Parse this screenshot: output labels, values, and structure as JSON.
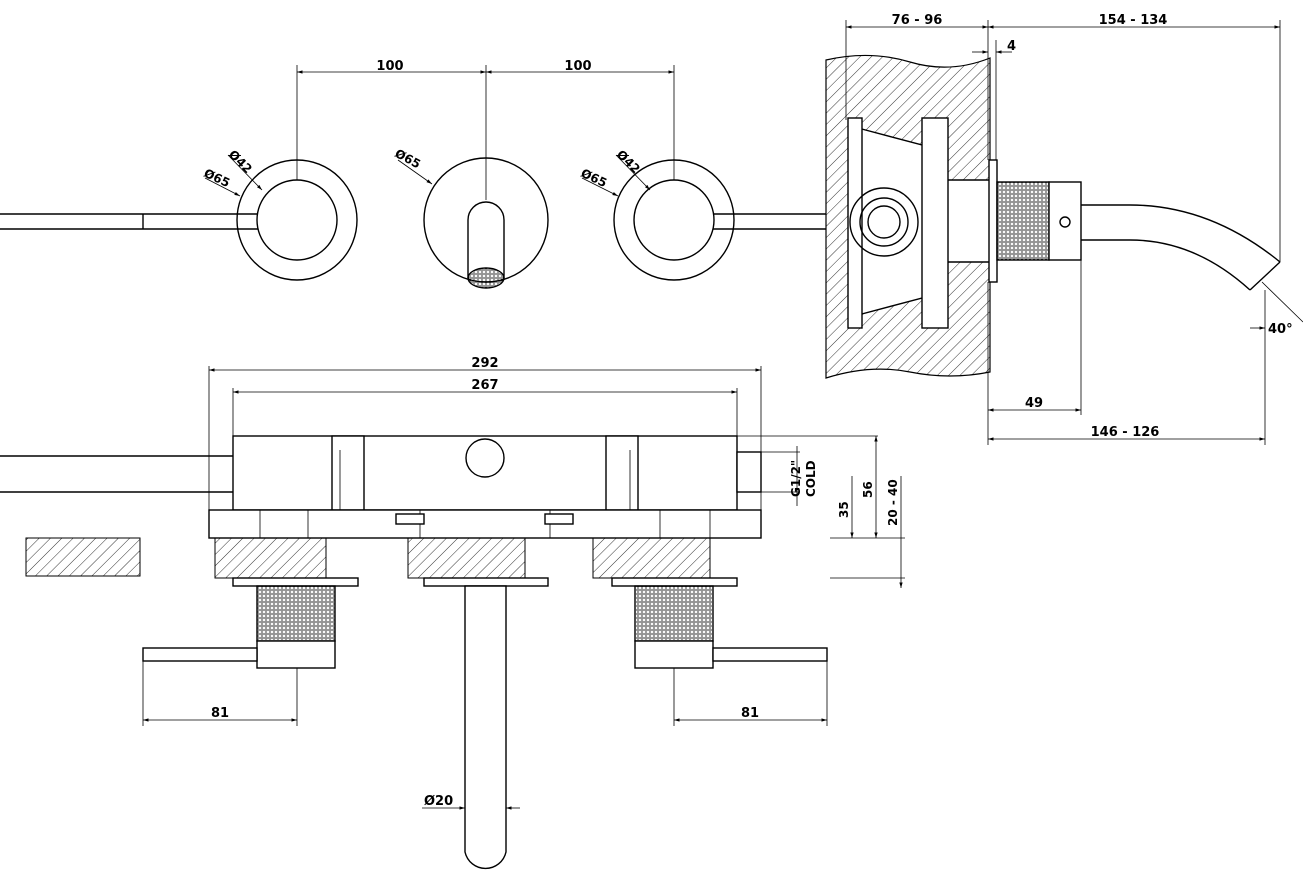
{
  "front_view": {
    "spacing_left": "100",
    "spacing_right": "100",
    "left_handle_inner": "Ø42",
    "left_handle_outer": "Ø65",
    "spout_plate": "Ø65",
    "right_handle_inner": "Ø42",
    "right_handle_outer": "Ø65"
  },
  "side_view": {
    "wall_depth": "76 - 96",
    "projection": "154 - 134",
    "plate_gap": "4",
    "knob_depth": "49",
    "spout_reach": "146 - 126",
    "spout_angle": "40°"
  },
  "top_view": {
    "total_width": "292",
    "body_width": "267",
    "connection": "G1/2\"",
    "connection_side": "COLD",
    "depth_a": "35",
    "depth_b": "56",
    "depth_c": "20 - 40",
    "lever_left": "81",
    "lever_right": "81",
    "spout_diameter": "Ø20"
  }
}
